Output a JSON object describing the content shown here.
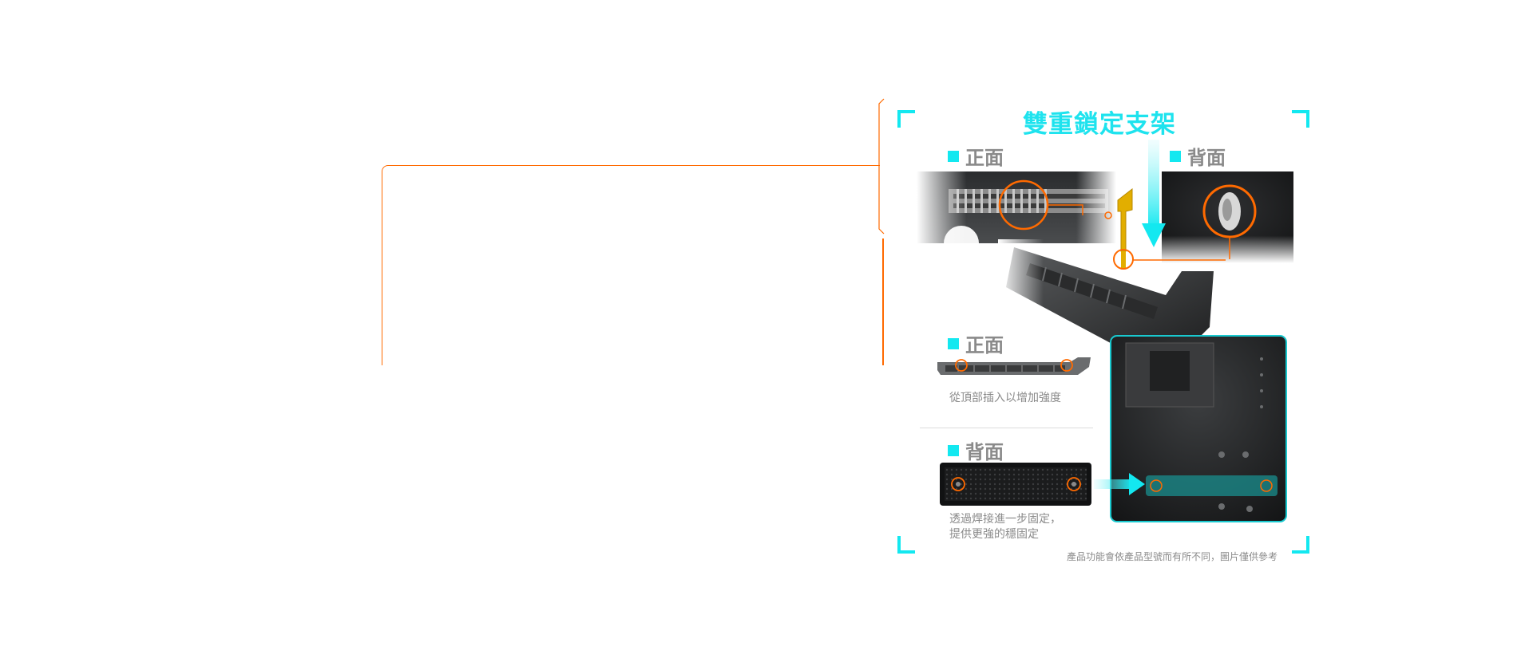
{
  "colors": {
    "accent_cyan": "#1ee3ee",
    "accent_orange": "#ff6a00",
    "label_gray": "#8a8a8a",
    "pcb_dark": "#1a1c1e",
    "highlight_teal": "#1a8e8e"
  },
  "panel": {
    "title": "雙重鎖定支架",
    "top_left_label": "正面",
    "top_right_label": "背面",
    "middle_label": "正面",
    "middle_caption": "從頂部插入以增加強度",
    "bottom_label": "背面",
    "bottom_caption_line1": "透過焊接進一步固定，",
    "bottom_caption_line2": "提供更強的穩固定",
    "footnote": "產品功能會依產品型號而有所不同，圖片僅供參考"
  },
  "icons": {
    "corner": "corner-bracket-icon",
    "square": "square-bullet-icon",
    "arrow": "arrow-right-icon",
    "arrow_down": "arrow-down-icon"
  }
}
